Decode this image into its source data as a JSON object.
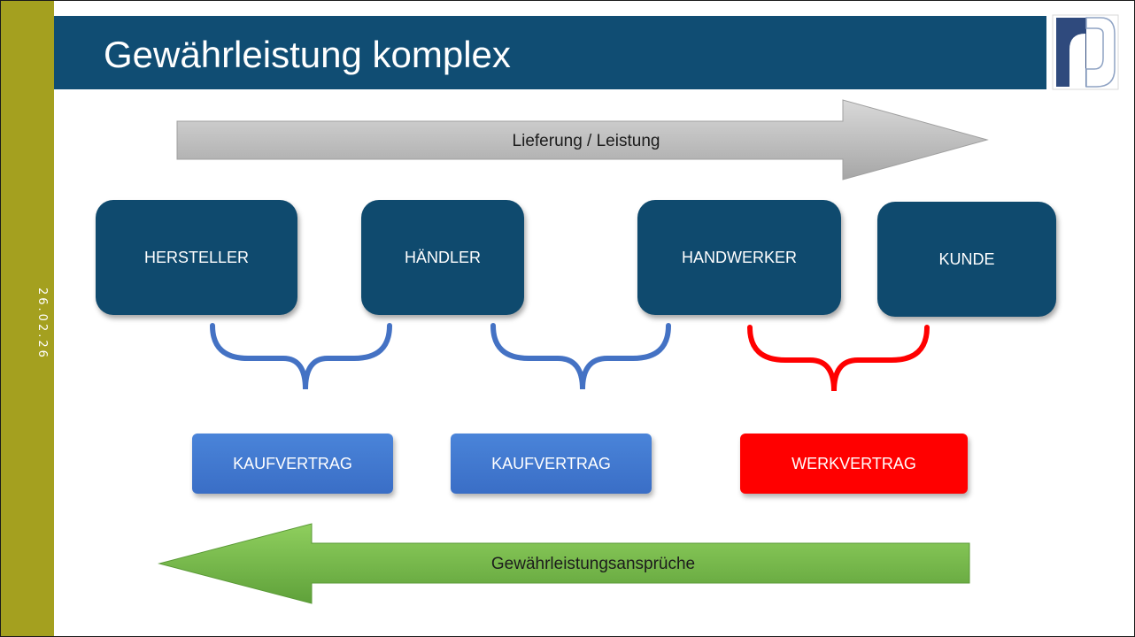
{
  "slide": {
    "title": "Gewährleistung komplex",
    "date": "26.02.26"
  },
  "top_arrow": {
    "label": "Lieferung / Leistung"
  },
  "bottom_arrow": {
    "label": "Gewährleistungsansprüche"
  },
  "parties": [
    {
      "label": "HERSTELLER"
    },
    {
      "label": "HÄNDLER"
    },
    {
      "label": "HANDWERKER"
    },
    {
      "label": "KUNDE"
    }
  ],
  "contracts": [
    {
      "label": "KAUFVERTRAG"
    },
    {
      "label": "KAUFVERTRAG"
    },
    {
      "label": "WERKVERTRAG"
    }
  ],
  "colors": {
    "title_bar": "#104d73",
    "sidebar": "#a4a01f",
    "party_box": "#0f4a6e",
    "contract_blue": "#4a7fd4",
    "contract_red": "#ff0000",
    "brace_blue": "#4472c4",
    "brace_red": "#ff0000",
    "delivery_arrow": "#bfbfbf",
    "warranty_arrow": "#6fb143"
  }
}
